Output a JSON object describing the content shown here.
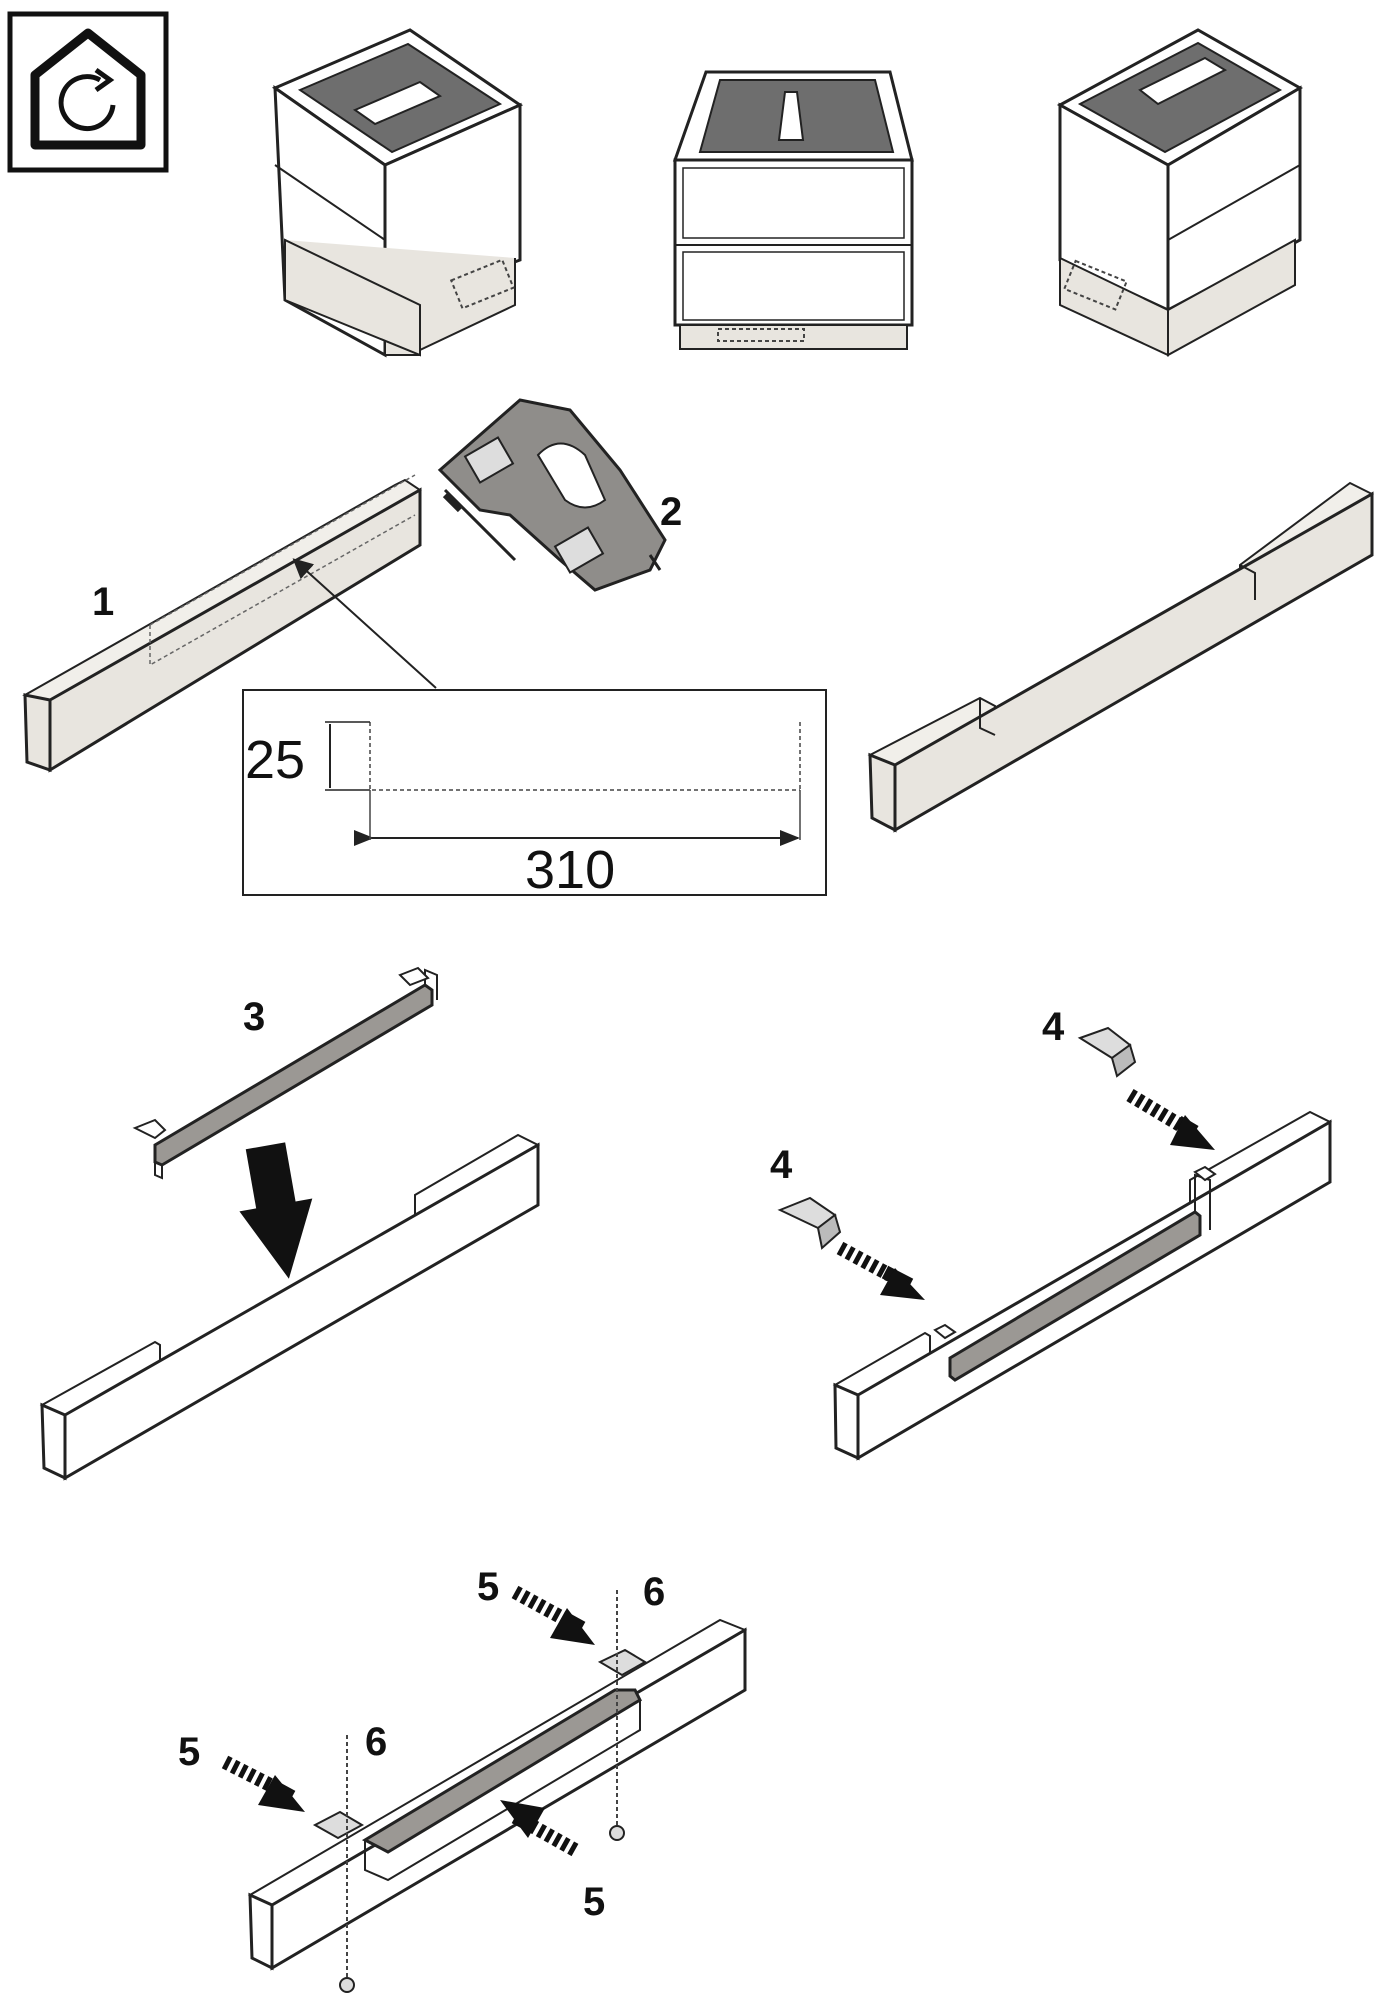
{
  "figure": {
    "dimensions": {
      "height_mm": "25",
      "length_mm": "310"
    },
    "callouts": {
      "plinth": "1",
      "jigsaw": "2",
      "bracket": "3",
      "clip_left": "4",
      "clip_right": "4",
      "arrow_top_left": "5",
      "arrow_top_right": "5",
      "arrow_bottom": "5",
      "screw_left": "6",
      "screw_right": "6",
      "arrow_left_clip": "5"
    }
  },
  "colors": {
    "line": "#222222",
    "plinth_fill": "#e8e5df",
    "cooktop": "#6e6e6e",
    "bracket_fill": "#9b9894",
    "tool_fill": "#8f8d8a"
  },
  "icons": {
    "install_symbol": "house-rotate-icon"
  }
}
